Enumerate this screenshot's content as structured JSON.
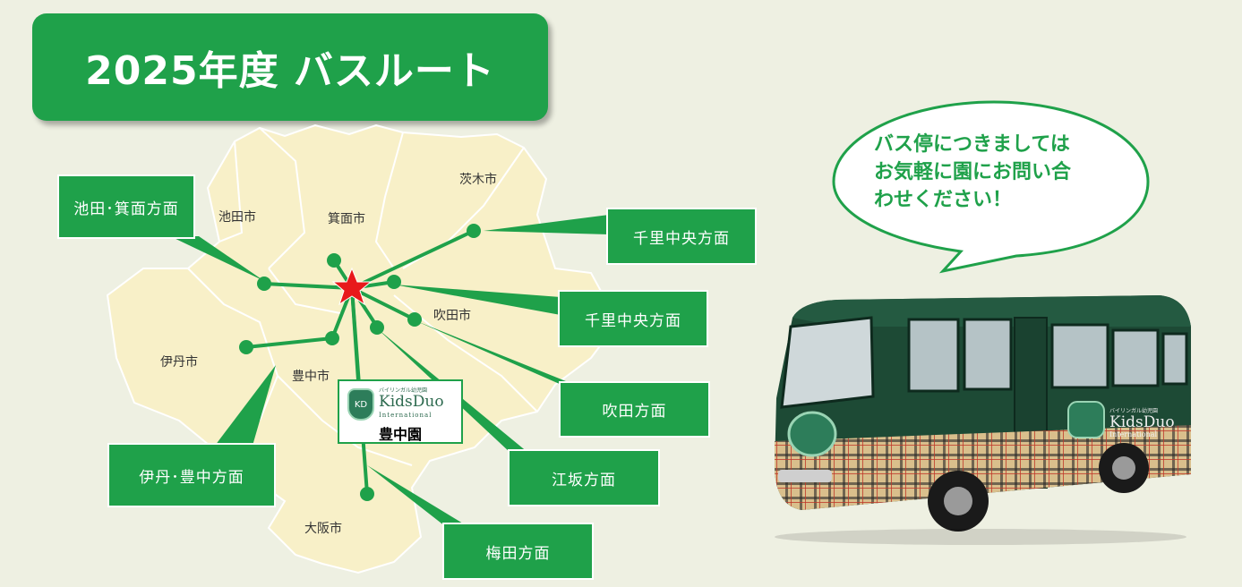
{
  "title": "2025年度 バスルート",
  "map": {
    "cities": {
      "ibaraki": "茨木市",
      "ikeda": "池田市",
      "minoh": "箕面市",
      "suita": "吹田市",
      "itami": "伊丹市",
      "toyonaka": "豊中市",
      "osaka": "大阪市"
    },
    "school": {
      "name": "豊中園",
      "logo_sub": "バイリンガル幼児園",
      "logo_name": "KidsDuo",
      "logo_intl": "International",
      "logo_emblem": "KD"
    },
    "routes": [
      "池田･箕面方面",
      "千里中央方面",
      "千里中央方面",
      "吹田方面",
      "伊丹･豊中方面",
      "江坂方面",
      "梅田方面"
    ],
    "colors": {
      "accent": "#1fa14a",
      "star": "#e8191b",
      "map_fill": "#f8f0c8"
    }
  },
  "bubble": {
    "lines": [
      "バス停につきましては",
      "お気軽に園にお問い合",
      "わせください！"
    ]
  },
  "bus": {
    "logo_sub": "バイリンガル幼児園",
    "logo_name": "KidsDuo",
    "logo_intl": "International",
    "body_color": "#1d4a35"
  }
}
